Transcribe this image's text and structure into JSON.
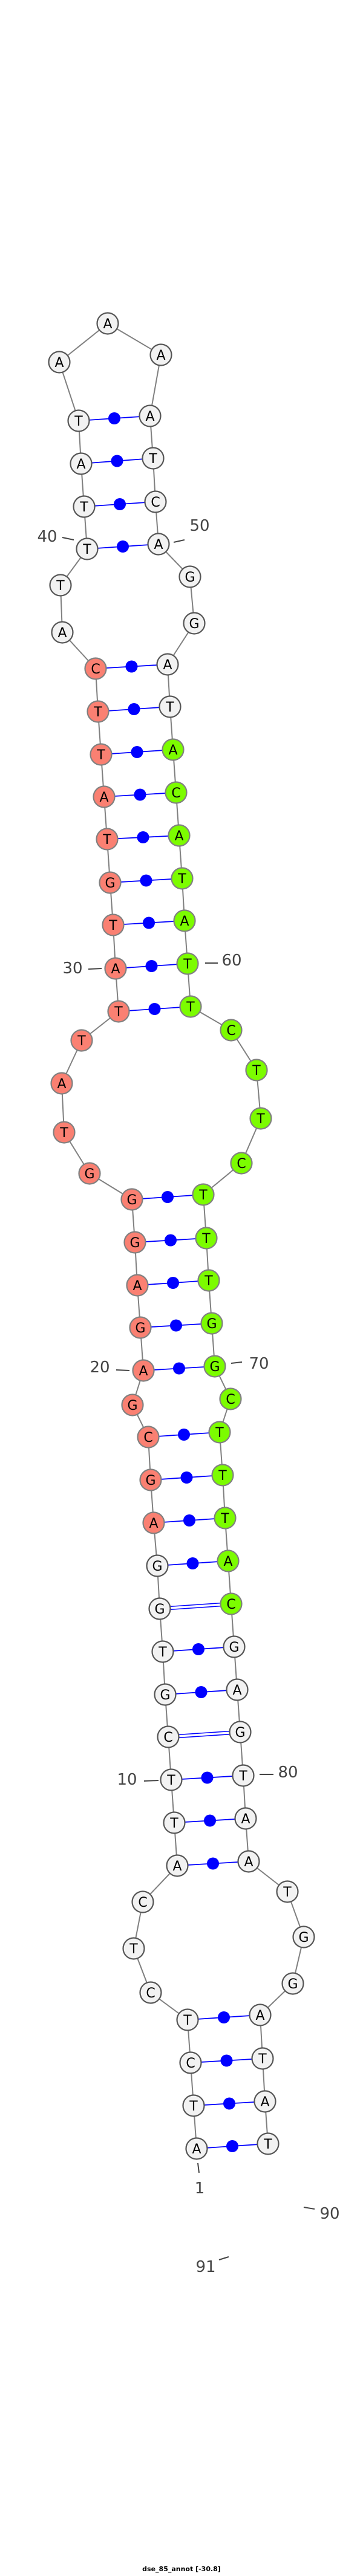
{
  "title": "dse_85_annot [-30.8]",
  "sequence": "ATCTCTCATTCGTGGAGCGAGAGGGTATTATGTATTCATTTATAAAATCAGGATACATATTCTTCTTTGGCTTTACGAGTAATGGATAT",
  "pairs": [
    [
      1,
      89
    ],
    [
      2,
      88
    ],
    [
      3,
      87
    ],
    [
      4,
      86
    ],
    [
      8,
      82
    ],
    [
      9,
      81
    ],
    [
      10,
      80
    ],
    [
      11,
      79
    ],
    [
      12,
      78
    ],
    [
      13,
      77
    ],
    [
      14,
      76
    ],
    [
      15,
      75
    ],
    [
      16,
      74
    ],
    [
      17,
      73
    ],
    [
      18,
      72
    ],
    [
      20,
      70
    ],
    [
      21,
      69
    ],
    [
      22,
      68
    ],
    [
      23,
      67
    ],
    [
      24,
      66
    ],
    [
      29,
      61
    ],
    [
      30,
      60
    ],
    [
      31,
      59
    ],
    [
      32,
      58
    ],
    [
      33,
      57
    ],
    [
      34,
      56
    ],
    [
      35,
      55
    ],
    [
      36,
      54
    ],
    [
      37,
      53
    ],
    [
      40,
      50
    ],
    [
      41,
      49
    ],
    [
      42,
      48
    ],
    [
      43,
      47
    ]
  ],
  "highlight_regions": [
    {
      "start": 16,
      "end": 37,
      "color": "#fa8072"
    },
    {
      "start": 55,
      "end": 76,
      "color": "#7cfc00"
    }
  ],
  "colors": {
    "default_fill": "#f2f2f2",
    "backbone": "#808080",
    "pair": "#0000ff",
    "label": "#444444"
  },
  "position_labels": [
    "1",
    "10",
    "20",
    "30",
    "40",
    "50",
    "60",
    "70",
    "80",
    "90",
    "91"
  ]
}
